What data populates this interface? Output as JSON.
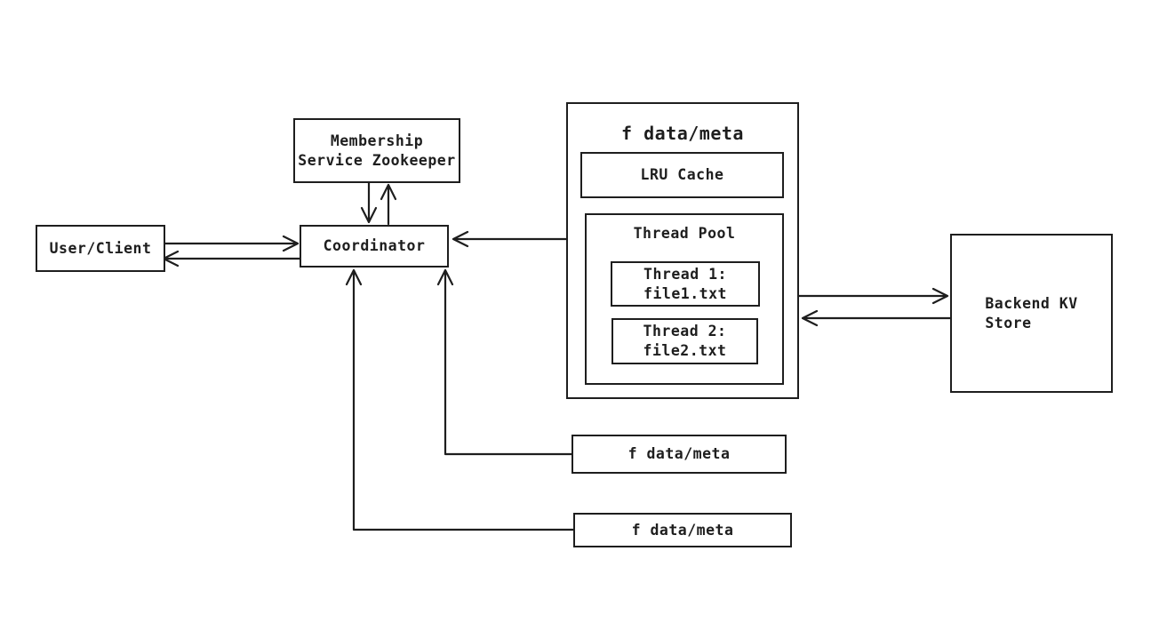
{
  "diagram": {
    "type": "architecture-diagram",
    "style": {
      "stroke_color": "#1e1e1e",
      "background_color": "#ffffff",
      "text_color": "#1e1e1e"
    },
    "nodes": {
      "user_client": {
        "label": "User/Client"
      },
      "membership": {
        "label": "Membership\nService Zookeeper"
      },
      "coordinator": {
        "label": "Coordinator"
      },
      "worker": {
        "title": "f data/meta"
      },
      "lru_cache": {
        "label": "LRU Cache"
      },
      "thread_pool": {
        "title": "Thread Pool"
      },
      "thread_1": {
        "label": "Thread 1:\nfile1.txt"
      },
      "thread_2": {
        "label": "Thread 2:\nfile2.txt"
      },
      "backend_kv": {
        "label": "Backend KV\nStore"
      },
      "f_data_meta_1": {
        "label": "f data/meta"
      },
      "f_data_meta_2": {
        "label": "f data/meta"
      }
    },
    "edges": [
      {
        "from": "user_client",
        "to": "coordinator"
      },
      {
        "from": "coordinator",
        "to": "user_client"
      },
      {
        "from": "membership",
        "to": "coordinator"
      },
      {
        "from": "coordinator",
        "to": "membership"
      },
      {
        "from": "worker",
        "to": "coordinator"
      },
      {
        "from": "worker",
        "to": "backend_kv"
      },
      {
        "from": "backend_kv",
        "to": "worker"
      },
      {
        "from": "f_data_meta_1",
        "to": "coordinator"
      },
      {
        "from": "f_data_meta_2",
        "to": "coordinator"
      }
    ]
  }
}
